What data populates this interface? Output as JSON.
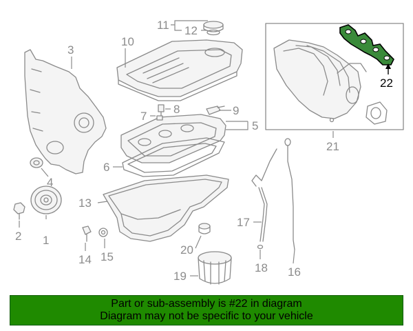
{
  "diagram": {
    "callouts": [
      "1",
      "2",
      "3",
      "4",
      "5",
      "6",
      "7",
      "8",
      "9",
      "10",
      "11",
      "12",
      "13",
      "14",
      "15",
      "16",
      "17",
      "18",
      "19",
      "20",
      "21",
      "22"
    ],
    "highlighted_part": "22"
  },
  "banner": {
    "line1": "Part or sub-assembly is #22 in diagram",
    "line2": "Diagram may not be specific to your vehicle",
    "background": "#1f8a00"
  },
  "colors": {
    "highlight_part": "#3a8a3a",
    "line_art": "#8a8a8a"
  }
}
